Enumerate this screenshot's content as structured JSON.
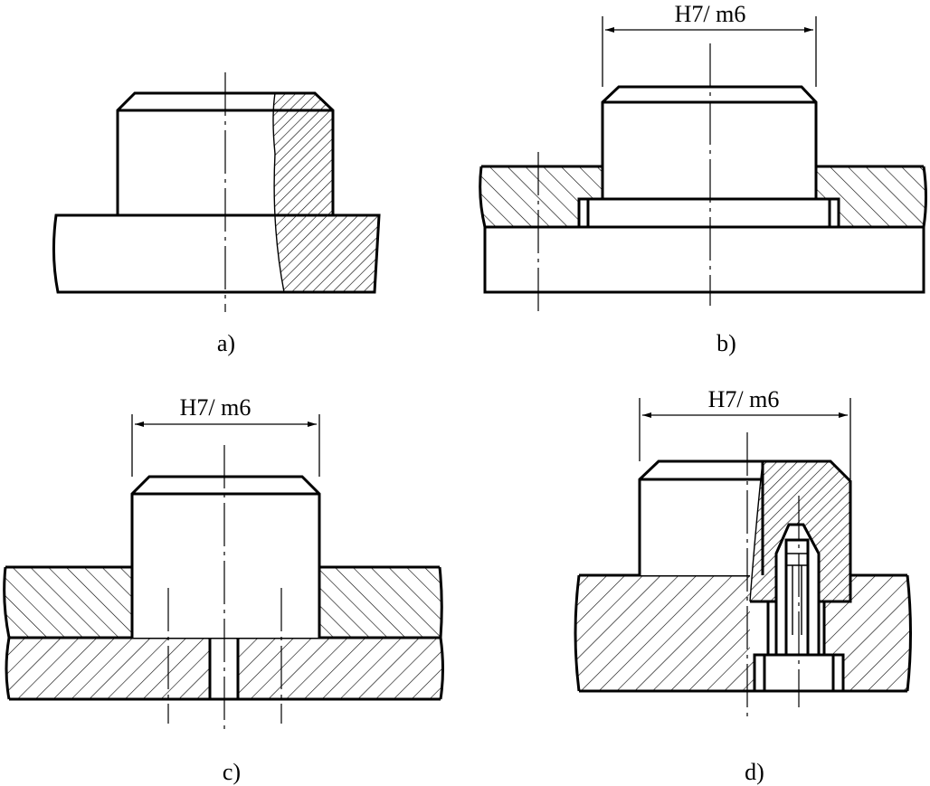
{
  "figure": {
    "panels": [
      {
        "id": "a",
        "caption": "a)"
      },
      {
        "id": "b",
        "caption": "b)",
        "fit_label": "H7/ m6"
      },
      {
        "id": "c",
        "caption": "c)",
        "fit_label": "H7/ m6"
      },
      {
        "id": "d",
        "caption": "d)",
        "fit_label": "H7/ m6"
      }
    ]
  }
}
